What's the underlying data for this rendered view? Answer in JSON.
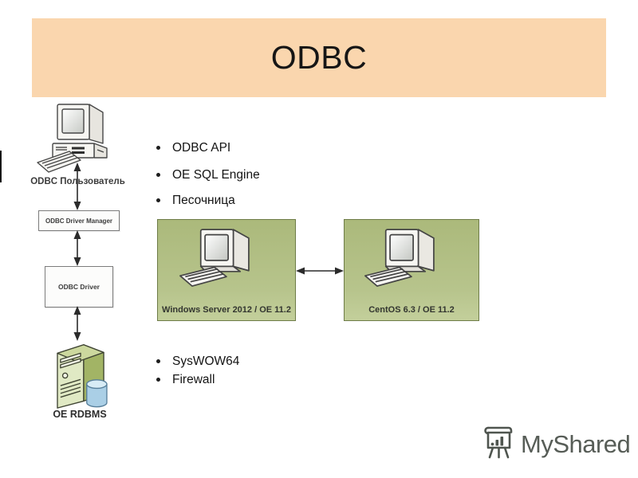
{
  "slide": {
    "title": "ODBC"
  },
  "colors": {
    "header_bg": "#fad6ae",
    "server_box_fill": "#b0be84",
    "server_box_border": "#6e7c48",
    "arrow_color": "#2b2b2b",
    "logo_gray": "#575d57"
  },
  "left_diagram": {
    "user_label": "ODBC Пользователь",
    "driver_manager_label": "ODBC Driver Manager",
    "driver_label": "ODBC Driver",
    "rdbms_label": "OE RDBMS"
  },
  "bullets_top": [
    "ODBC API",
    "OE SQL Engine",
    "Песочница"
  ],
  "bullets_bottom": [
    "SysWOW64",
    "Firewall"
  ],
  "server_boxes": {
    "windows_label": "Windows Server 2012 / OE 11.2",
    "centos_label": "CentOS 6.3 / OE 11.2"
  },
  "branding": {
    "name": "MyShared"
  }
}
